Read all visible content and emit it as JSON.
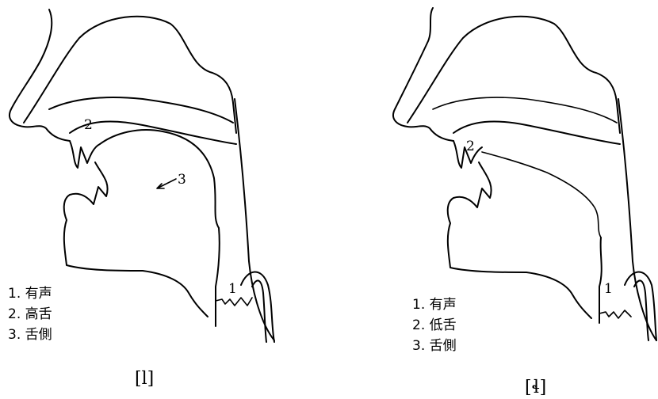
{
  "panels": [
    {
      "caption": "[l]",
      "labels": {
        "voicing": "1",
        "tongue": "2",
        "lateral": "3"
      },
      "legend": [
        "1. 有声",
        "2. 高舌",
        "3. 舌側"
      ]
    },
    {
      "caption": "[ɬ]",
      "labels": {
        "voicing": "1",
        "tongue": "2"
      },
      "legend": [
        "1. 有声",
        "2. 低舌",
        "3. 舌側"
      ]
    }
  ]
}
